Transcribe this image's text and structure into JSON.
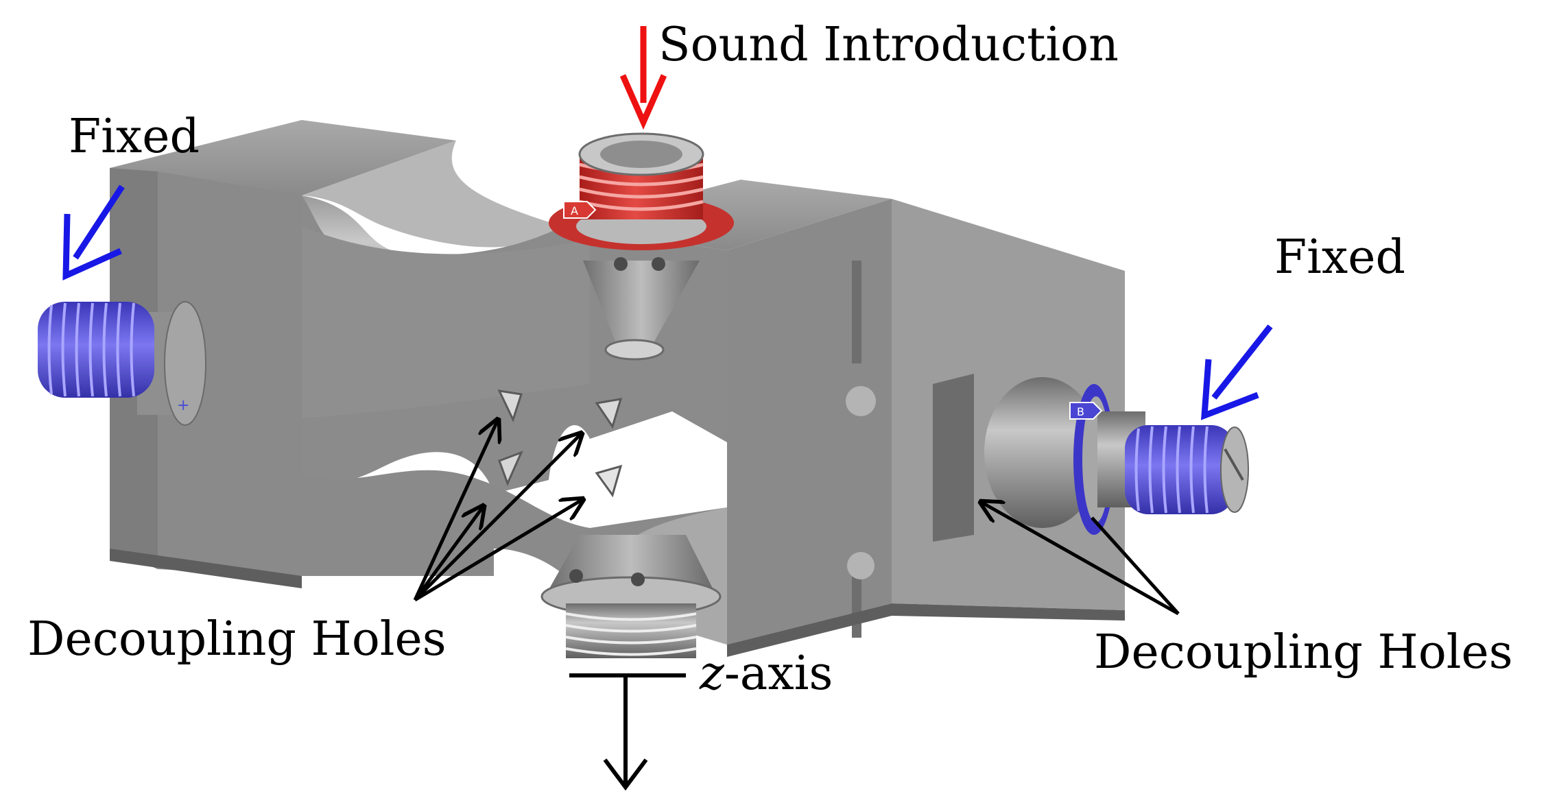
{
  "labels": {
    "sound_introduction": "Sound Introduction",
    "fixed_left": "Fixed",
    "fixed_right": "Fixed",
    "decoupling_holes_left": "Decoupling Holes",
    "decoupling_holes_right": "Decoupling Holes",
    "z_axis_var": "z",
    "z_axis_rest": "-axis"
  },
  "markers": {
    "a": "A",
    "b": "B"
  },
  "colors": {
    "sound_arrow": "#ee1111",
    "fixed_arrows": "#1818e6",
    "body": "#8e8e8e",
    "threads_red": "#d0322e",
    "threads_blue": "#5a55d6",
    "pointer_arrows": "#000000"
  }
}
